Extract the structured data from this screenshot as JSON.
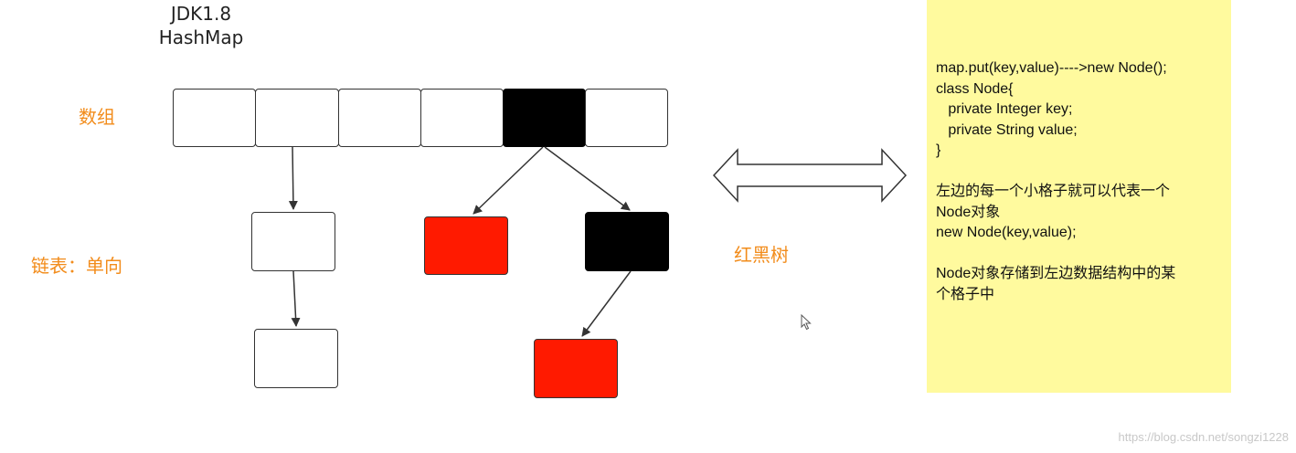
{
  "title": {
    "line1": "JDK1.8",
    "line2": "HashMap"
  },
  "labels": {
    "array": "数组",
    "linked_list": "链表：单向",
    "red_black_tree": "红黑树"
  },
  "colors": {
    "label": "#f28c1b",
    "node_black": "#000000",
    "node_red": "#ff1a00",
    "note_bg": "#fffa9e"
  },
  "icons": {
    "double_arrow": "double-headed-arrow",
    "cursor": "mouse-pointer"
  },
  "note": {
    "lines": [
      "map.put(key,value)---->new Node();",
      "class Node{",
      "   private Integer key;",
      "   private String value;",
      "}",
      "",
      "左边的每一个小格子就可以代表一个",
      "Node对象",
      "new Node(key,value);",
      "",
      "Node对象存储到左边数据结构中的某",
      "个格子中"
    ]
  },
  "watermark": "https://blog.csdn.net/songzi1228"
}
